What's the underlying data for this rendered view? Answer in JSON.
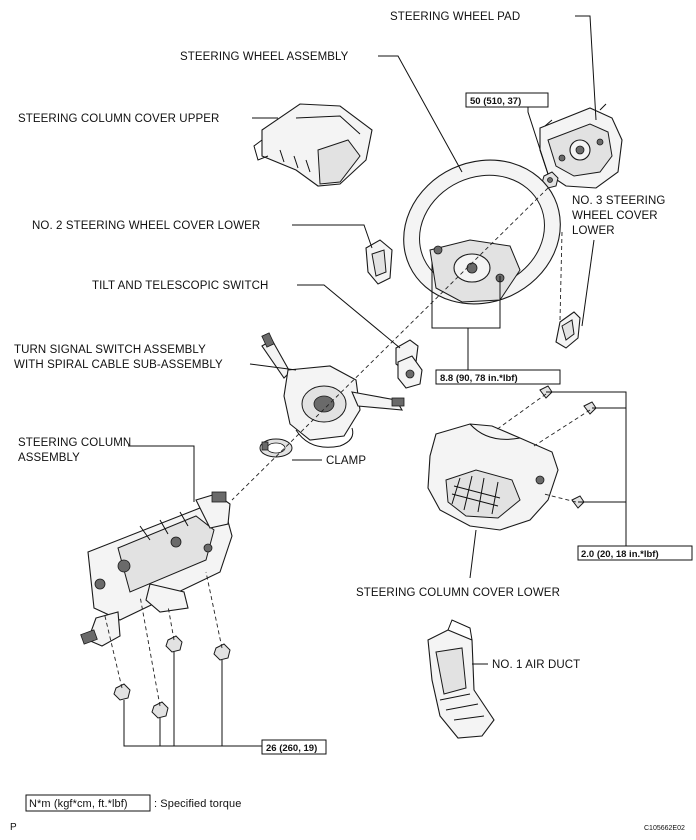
{
  "labels": {
    "steering_wheel_pad": "STEERING WHEEL PAD",
    "steering_wheel_assembly": "STEERING WHEEL ASSEMBLY",
    "steering_column_cover_upper": "STEERING COLUMN COVER UPPER",
    "no3_cover_lower_1": "NO. 3 STEERING",
    "no3_cover_lower_2": "WHEEL COVER",
    "no3_cover_lower_3": "LOWER",
    "no2_cover_lower": "NO. 2 STEERING WHEEL COVER LOWER",
    "tilt_switch": "TILT AND TELESCOPIC SWITCH",
    "turn_signal_1": "TURN SIGNAL SWITCH ASSEMBLY",
    "turn_signal_2": "WITH SPIRAL CABLE SUB-ASSEMBLY",
    "steering_column_1": "STEERING COLUMN",
    "steering_column_2": "ASSEMBLY",
    "clamp": "CLAMP",
    "steering_column_cover_lower": "STEERING COLUMN COVER LOWER",
    "no1_air_duct": "NO. 1 AIR DUCT"
  },
  "torques": {
    "t50": "50 (510, 37)",
    "t88": "8.8 (90, 78 in.*lbf)",
    "t20": "2.0 (20, 18 in.*lbf)",
    "t26": "26 (260, 19)"
  },
  "legend": {
    "unit_box": "N*m (kgf*cm, ft.*lbf)",
    "unit_text": ": Specified torque"
  },
  "footer": {
    "corner_letter": "P",
    "figure_code": "C105662E02"
  }
}
